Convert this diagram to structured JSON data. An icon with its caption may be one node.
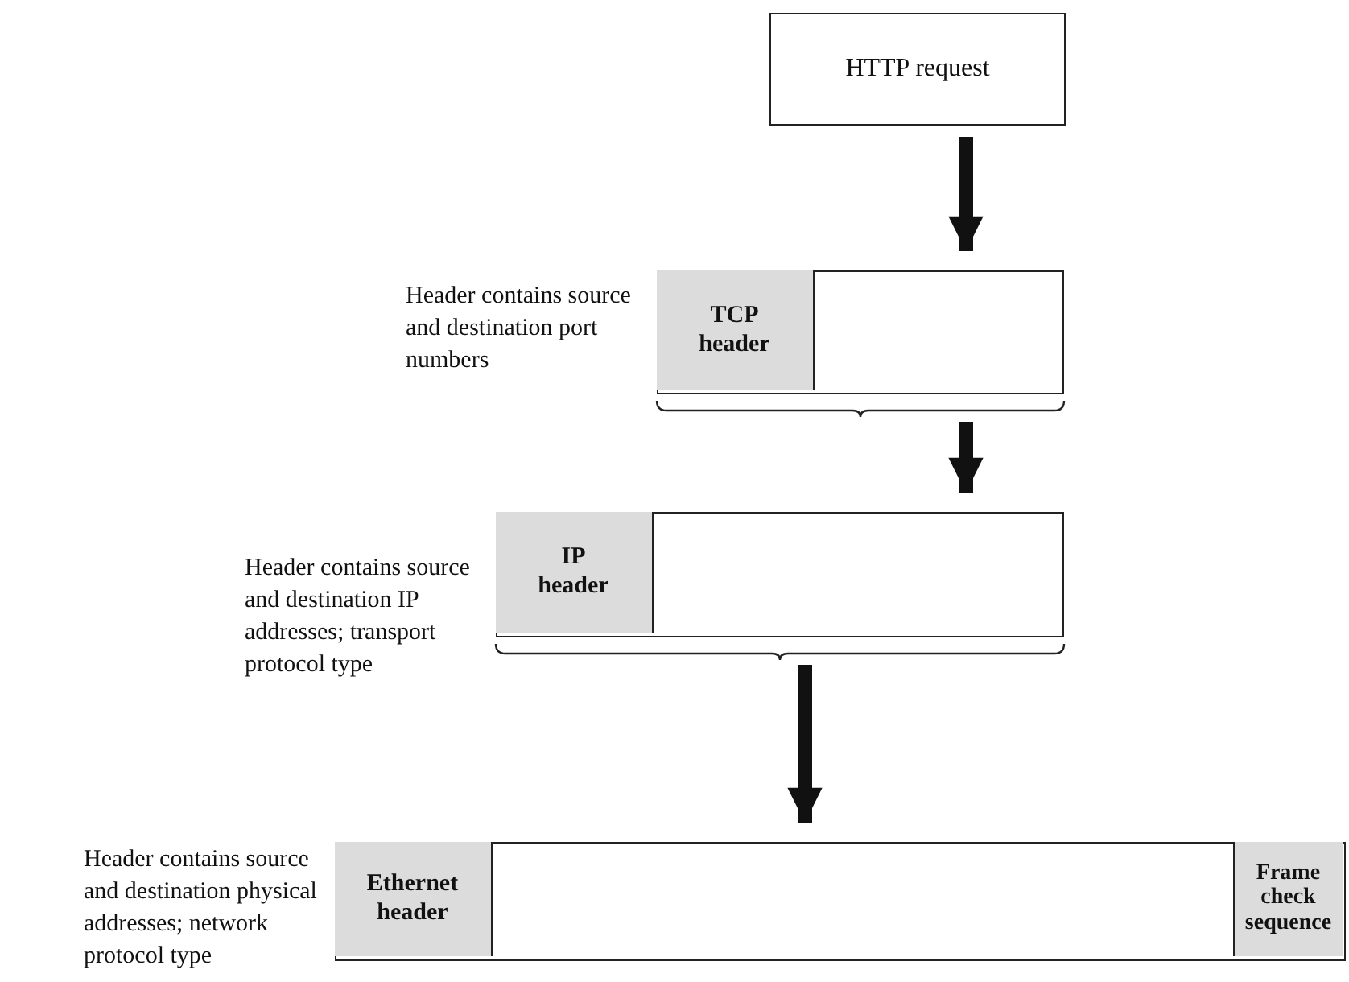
{
  "diagram": {
    "nodes": [
      {
        "text": [
          "HTTP request"
        ]
      },
      {
        "text": [],
        "shape": "box",
        "beside": [
          "Header contains source and destination port numbers"
        ]
      },
      {
        "text": [
          "TCP header"
        ],
        "in": 1
      },
      {
        "text": [],
        "shape": "box",
        "beside": [
          "Header contains source and destination IP addresses; transport protocol type"
        ]
      },
      {
        "text": [
          "IP header"
        ],
        "in": 3
      },
      {
        "text": [],
        "shape": "box",
        "beside": [
          "Header contains source and destination physical addresses; network protocol type"
        ]
      },
      {
        "text": [
          "Ethernet header"
        ],
        "in": 5
      },
      {
        "text": [
          "Frame check sequence"
        ],
        "in": 5
      }
    ],
    "edges": [
      {
        "from": 0,
        "to": 1,
        "arrow": "to"
      },
      {
        "from": 1,
        "to": 3,
        "arrow": "to"
      },
      {
        "from": 3,
        "to": 5,
        "arrow": "to"
      }
    ]
  }
}
